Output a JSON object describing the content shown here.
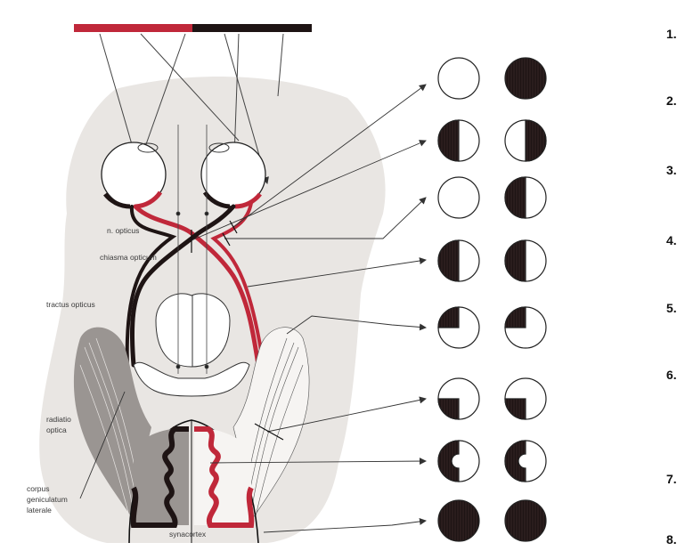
{
  "labels": {
    "n_opticus": "n. opticus",
    "chiasma": "chiasma opticum",
    "tractus": "tractus opticus",
    "radiatio_1": "radiatio",
    "radiatio_2": "optica",
    "corpus_1": "corpus",
    "corpus_2": "geniculatum",
    "corpus_3": "laterale",
    "sehrinde": "synacortex"
  },
  "numbers": [
    "1.",
    "2.",
    "3.",
    "4.",
    "5.",
    "6.",
    "7.",
    "8."
  ],
  "colors": {
    "red": "#c0283a",
    "black": "#1e1414",
    "brain": "#e9e6e3",
    "line": "#555555"
  }
}
